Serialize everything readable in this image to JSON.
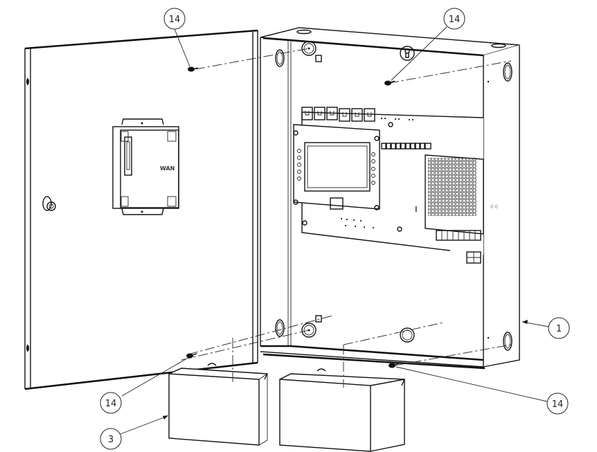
{
  "diagram": {
    "type": "exploded assembly drawing",
    "subject": "Wall-mount enclosure with open door, control board, power supply and two batteries",
    "callouts": [
      {
        "id": "c14a",
        "label": "14",
        "target": "door-top-screw"
      },
      {
        "id": "c14b",
        "label": "14",
        "target": "cabinet-top-screw"
      },
      {
        "id": "c14c",
        "label": "14",
        "target": "door-bottom-screw"
      },
      {
        "id": "c14d",
        "label": "14",
        "target": "cabinet-bottom-screw"
      },
      {
        "id": "c1",
        "label": "1",
        "target": "enclosure"
      },
      {
        "id": "c3",
        "label": "3",
        "target": "battery"
      }
    ],
    "door_module_label": "WAN",
    "colors": {
      "line": "#111111",
      "background": "#ffffff",
      "callout_text": "#222222"
    }
  }
}
